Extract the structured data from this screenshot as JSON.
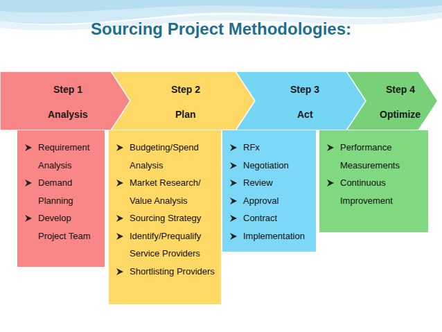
{
  "diagram": {
    "title": "Sourcing Project Methodologies:",
    "nodes": [
      {
        "text": [
          "Step 1",
          "Analysis"
        ]
      },
      {
        "text": [
          "Step 2",
          "Plan"
        ]
      },
      {
        "text": [
          "Step 3",
          "Act"
        ]
      },
      {
        "text": [
          "Step 4",
          "Optimize"
        ]
      },
      {
        "text": [
          "Requirement Analysis",
          "Demand Planning",
          "Develop Project Team"
        ]
      },
      {
        "text": [
          "Budgeting/Spend Analysis",
          "Market Research/ Value Analysis",
          "Sourcing Strategy",
          "Identify/Prequalify Service Providers",
          "Shortlisting Providers"
        ]
      },
      {
        "text": [
          "RFx",
          "Negotiation",
          "Review",
          "Approval",
          "Contract",
          "Implementation"
        ]
      },
      {
        "text": [
          "Performance Measurements",
          "Continuous Improvement"
        ]
      }
    ]
  }
}
